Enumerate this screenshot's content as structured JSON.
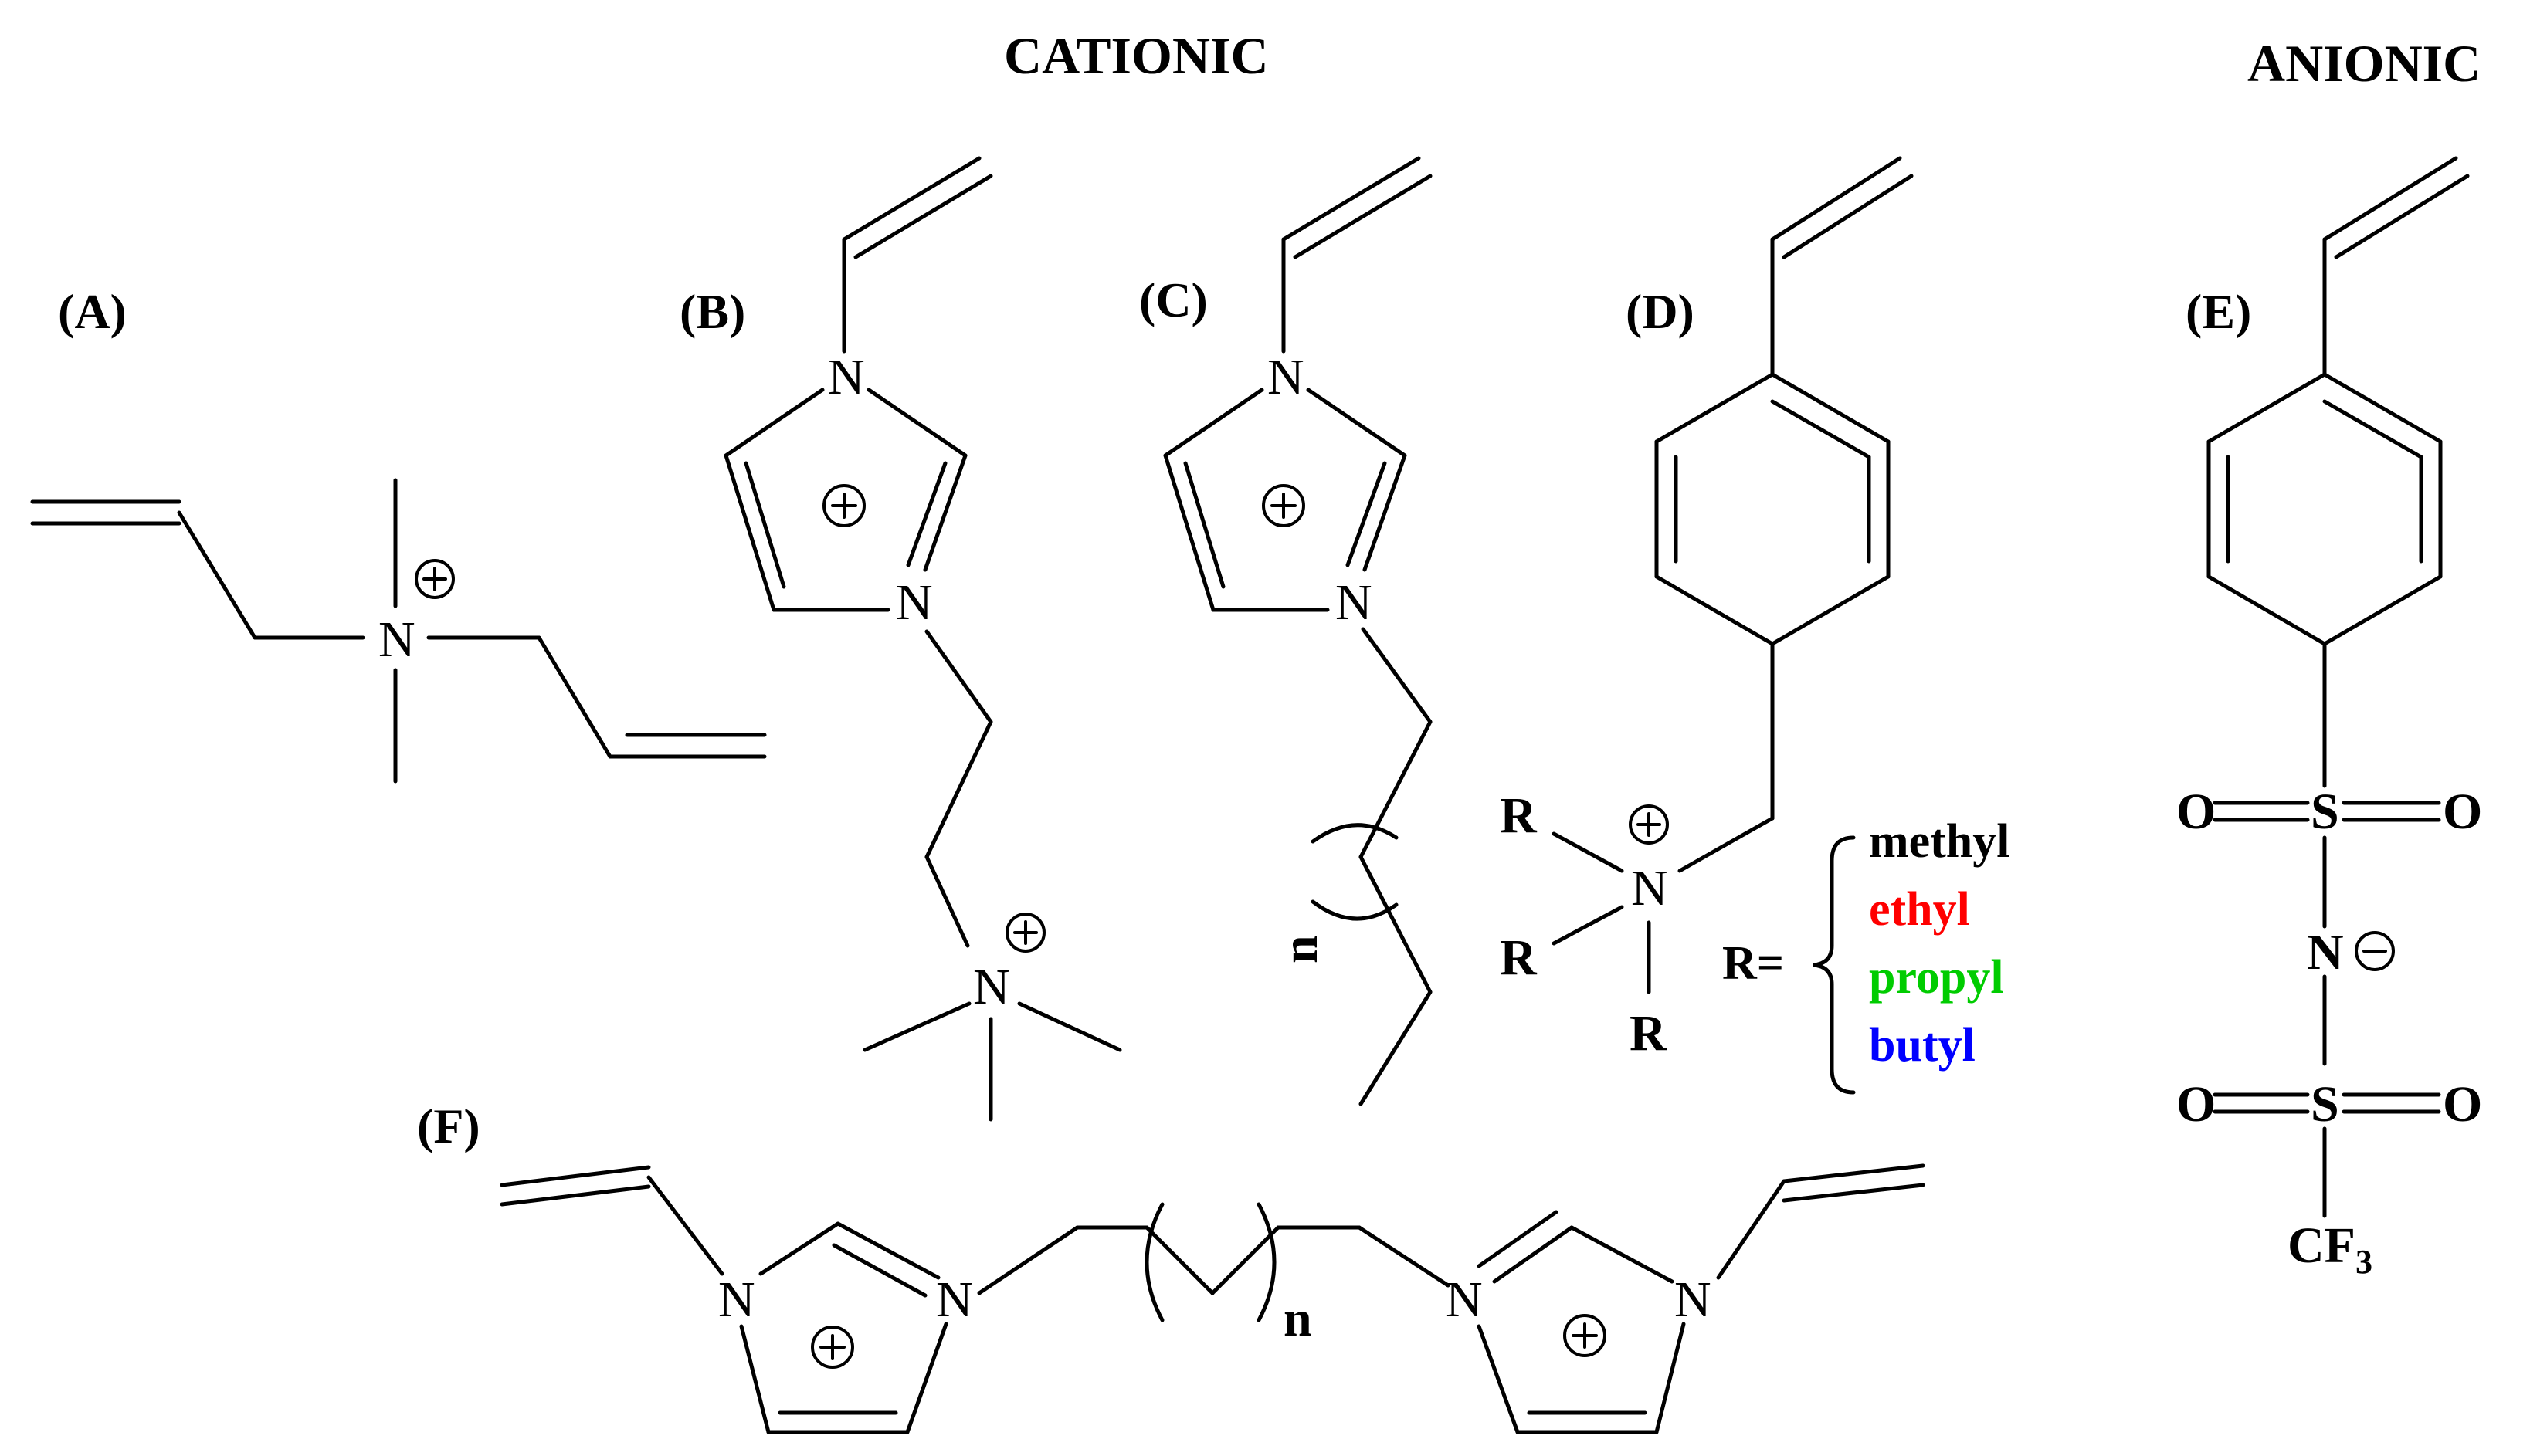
{
  "headings": {
    "cationic": "CATIONIC",
    "anionic": "ANIONIC"
  },
  "labels": {
    "A": "(A)",
    "B": "(B)",
    "C": "(C)",
    "D": "(D)",
    "E": "(E)",
    "F": "(F)"
  },
  "atoms": {
    "N": "N",
    "R": "R",
    "O": "O",
    "S": "S",
    "CF": "CF",
    "CF_sub": "3",
    "n": "n",
    "plus": "+",
    "minus": "−"
  },
  "r_group": {
    "prefix": "R=",
    "options": [
      {
        "label": "methyl",
        "color": "#000000"
      },
      {
        "label": "ethyl",
        "color": "#ff0000"
      },
      {
        "label": "propyl",
        "color": "#00cc00"
      },
      {
        "label": "butyl",
        "color": "#0000ff"
      }
    ]
  }
}
